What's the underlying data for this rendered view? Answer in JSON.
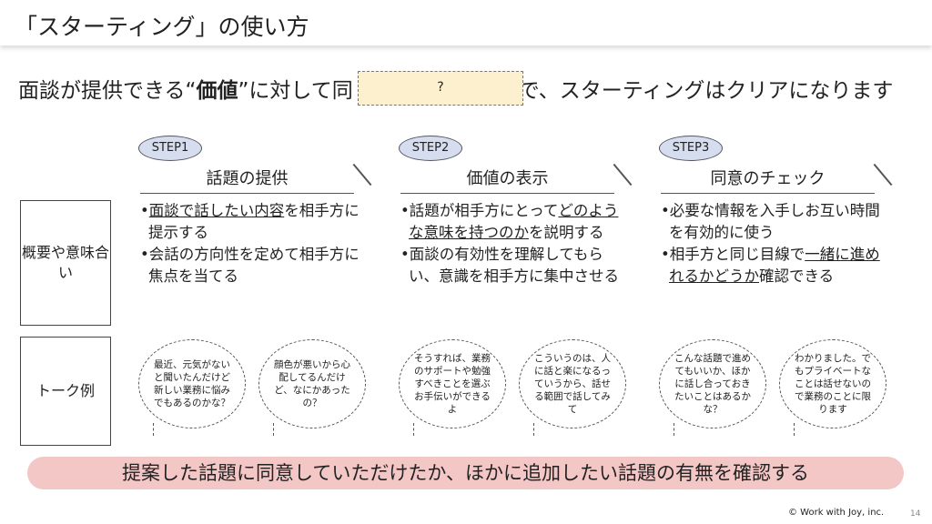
{
  "title": "「スターティング」の使い方",
  "lead": {
    "pre": "面談が提供できる“",
    "bold": "価値",
    "mid": "”に対して同",
    "blank": "?",
    "post": "で、スターティングはクリアになります"
  },
  "steps": [
    {
      "badge": "STEP1",
      "heading": "話題の提供"
    },
    {
      "badge": "STEP2",
      "heading": "価値の表示"
    },
    {
      "badge": "STEP3",
      "heading": "同意のチェック"
    }
  ],
  "row_labels": [
    "概要や意味合い",
    "トーク例"
  ],
  "bullets": [
    [
      [
        {
          "t": "•"
        },
        {
          "t": "面談で話したい内容",
          "u": true
        },
        {
          "t": "を相手方に提示する"
        }
      ],
      [
        {
          "t": "•会話の方向性を定めて相手方に焦点を当てる"
        }
      ]
    ],
    [
      [
        {
          "t": "•話題が相手方にとって"
        },
        {
          "t": "どのような意味を持つのか",
          "u": true
        },
        {
          "t": "を説明する"
        }
      ],
      [
        {
          "t": "•面談の有効性を理解してもらい、意識を相手方に集中させる"
        }
      ]
    ],
    [
      [
        {
          "t": "•必要な情報を入手しお互い時間を有効的に使う"
        }
      ],
      [
        {
          "t": "•相手方と同じ目線で"
        },
        {
          "t": "一緒に進めれるかどうか",
          "u": true
        },
        {
          "t": "確認できる"
        }
      ]
    ]
  ],
  "talks": [
    "最近、元気がないと聞いたんだけど新しい業務に悩みでもあるのかな？",
    "顔色が悪いから心配してるんだけど、なにかあったの？",
    "そうすれば、業務のサポートや勉強すべきことを選ぶお手伝いができるよ",
    "こういうのは、人に話と楽になるっていうから、話せる範囲で話してみて",
    "こんな話題で進めてもいいか、ほかに話し合っておきたいことはあるかな？",
    "わかりました。でもプライベートなことは話せないので業務のことに限ります"
  ],
  "summary": "提案した話題に同意していただけたか、ほかに追加したい話題の有無を確認する",
  "footer": {
    "copyright": "© Work with Joy, inc.",
    "page": "14"
  }
}
